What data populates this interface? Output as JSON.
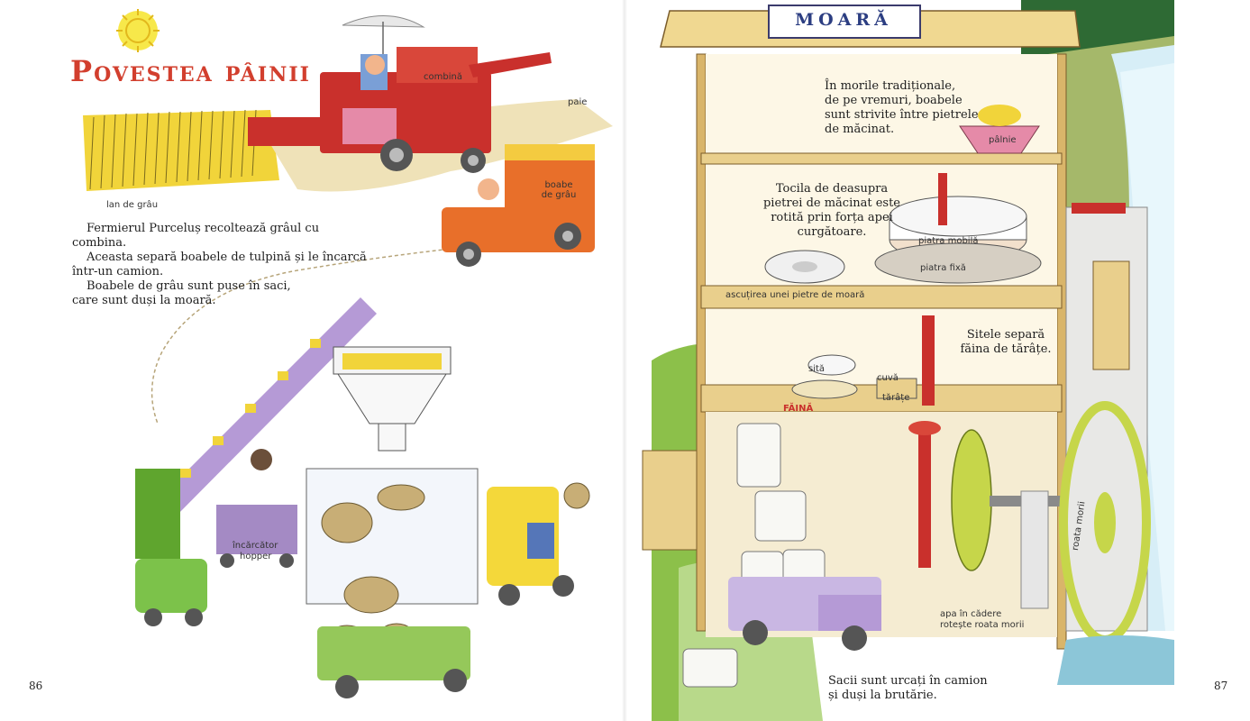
{
  "left_page": {
    "title": "Povestea pâinii",
    "paragraph": [
      "Fermierul Purceluș recoltează grâul cu combina.",
      "Aceasta separă boabele de tulpină și le încarcă",
      "într-un camion.",
      "Boabele de grâu sunt puse în saci,",
      "care sunt duși la moară."
    ],
    "labels": {
      "combine": "combină",
      "straw": "paie",
      "wheat_field": "lan de grâu",
      "grains": "boabe de grâu",
      "loader": "încărcător",
      "hopper": "hopper"
    },
    "page_number": "86"
  },
  "right_page": {
    "sign": "MOARĂ",
    "text_top": [
      "În morile tradiționale,",
      "de pe vremuri, boabele",
      "sunt strivite între pietrele",
      "de măcinat."
    ],
    "text_grindstone": [
      "Tocila de deasupra",
      "pietrei de măcinat este",
      "rotită prin forța apei",
      "curgătoare."
    ],
    "text_sieve": [
      "Sitele separă",
      "făina de tărâțe."
    ],
    "text_bottom": [
      "Sacii sunt urcați în camion",
      "și duși la brutărie."
    ],
    "labels": {
      "hopper_sign": "pâlnie",
      "moving_stone": "piatra mobilă",
      "fixed_stone": "piatra fixă",
      "sharpening": "ascuțirea unei pietre de moară",
      "sieve": "sită",
      "vat": "cuvă",
      "bran": "tărâțe",
      "flour": "FĂINĂ",
      "water_wheel": "roata morii",
      "falling_water": [
        "apa în cădere",
        "rotește roata morii"
      ]
    },
    "page_number": "87"
  },
  "colors": {
    "title_red": "#d23f2e",
    "sign_blue": "#2c3e82",
    "wheat_yellow": "#f1d43a",
    "combine_red": "#c9302c",
    "wood_tan": "#e9cf8c",
    "grass_green": "#8cc04a"
  }
}
